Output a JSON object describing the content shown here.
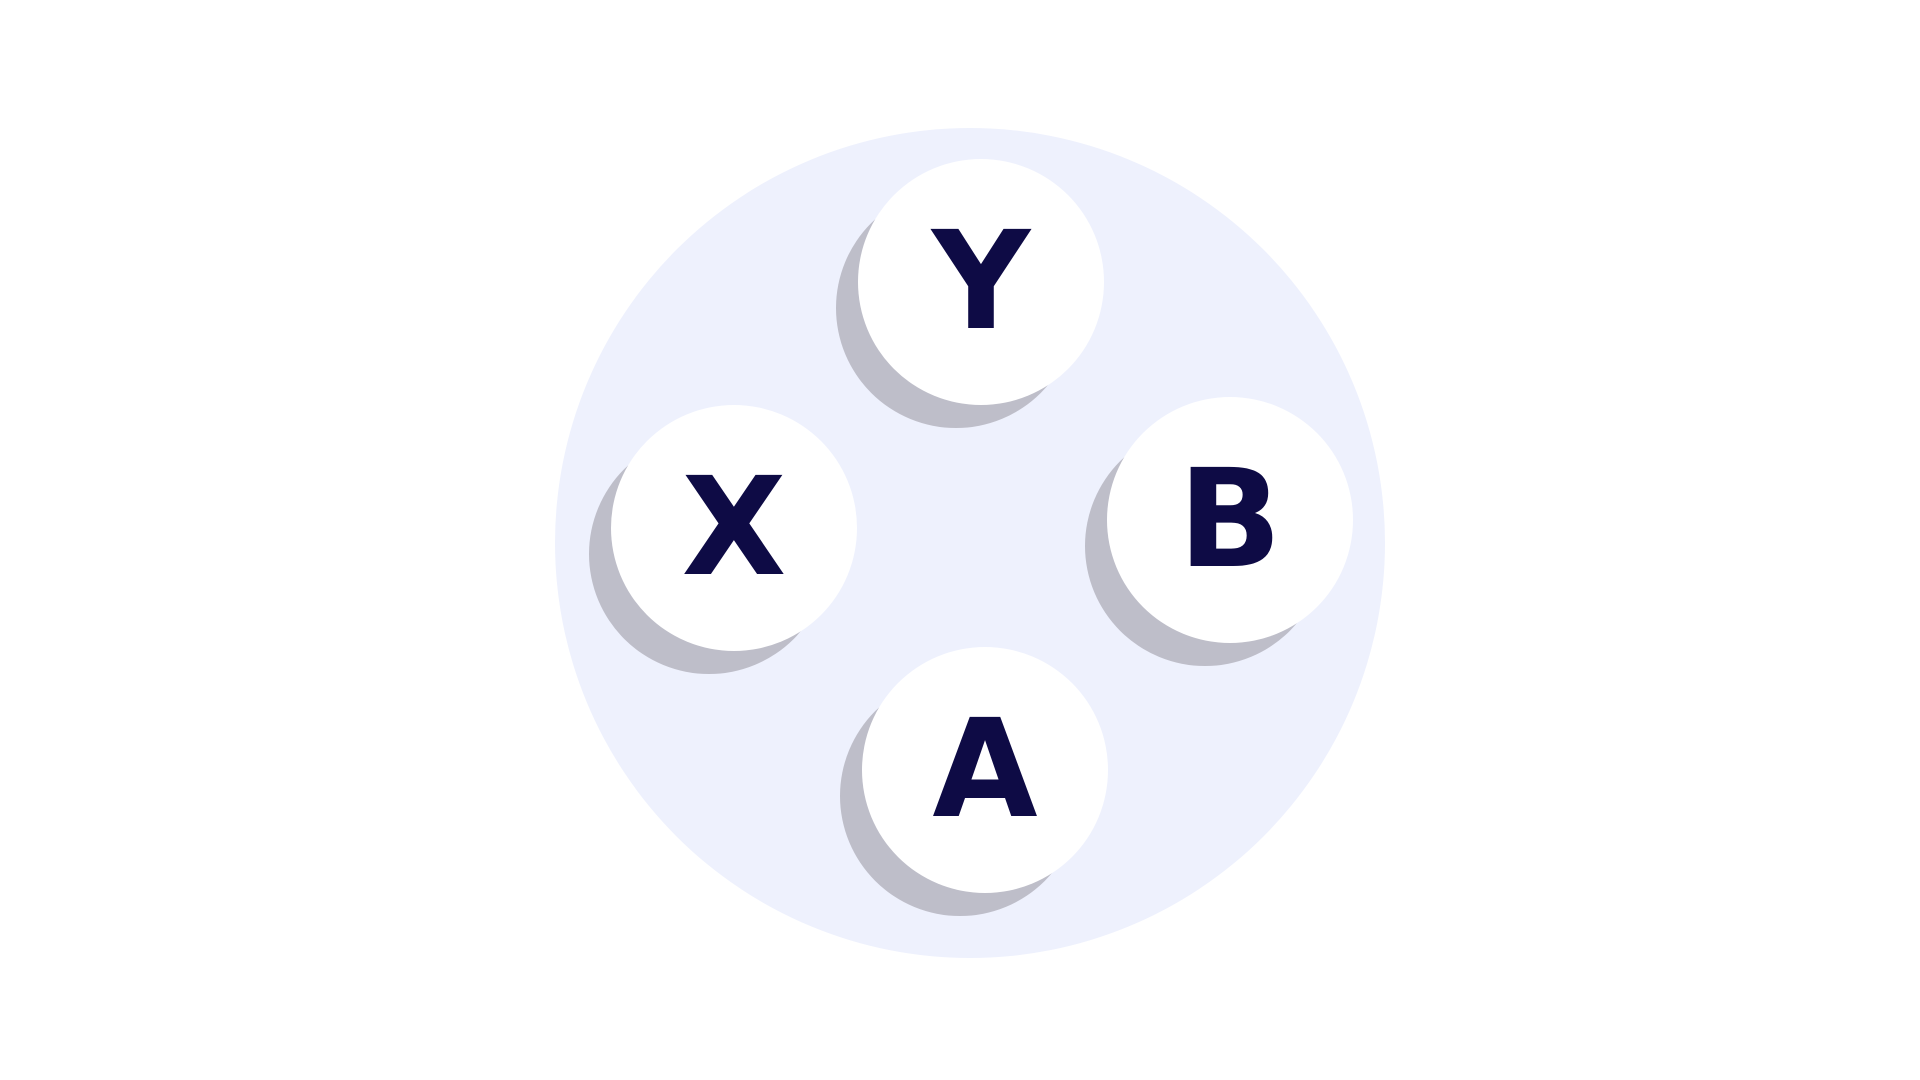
{
  "buttons": {
    "y": {
      "label": "Y"
    },
    "x": {
      "label": "X"
    },
    "b": {
      "label": "B"
    },
    "a": {
      "label": "A"
    }
  },
  "colors": {
    "pad": "#eef1fd",
    "button": "#ffffff",
    "shadow": "#bebec9",
    "label": "#0e0b45"
  }
}
